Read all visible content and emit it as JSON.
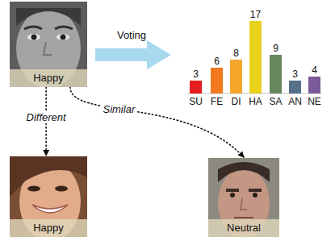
{
  "diagram": {
    "nodes": [
      {
        "text": [
          "Happy"
        ]
      },
      {
        "text": [
          "Happy"
        ]
      },
      {
        "text": [
          "Neutral"
        ]
      }
    ],
    "edges": [
      {
        "from": 0,
        "to": 1,
        "arrow": "to",
        "label": "Different"
      },
      {
        "from": 0,
        "to": 2,
        "arrow": "to",
        "label": "Similar"
      }
    ],
    "labels": [
      "Voting",
      "3",
      "6",
      "8",
      "17",
      "9",
      "3",
      "4",
      "SU",
      "FE",
      "DI",
      "HA",
      "SA",
      "AN",
      "NE"
    ]
  }
}
